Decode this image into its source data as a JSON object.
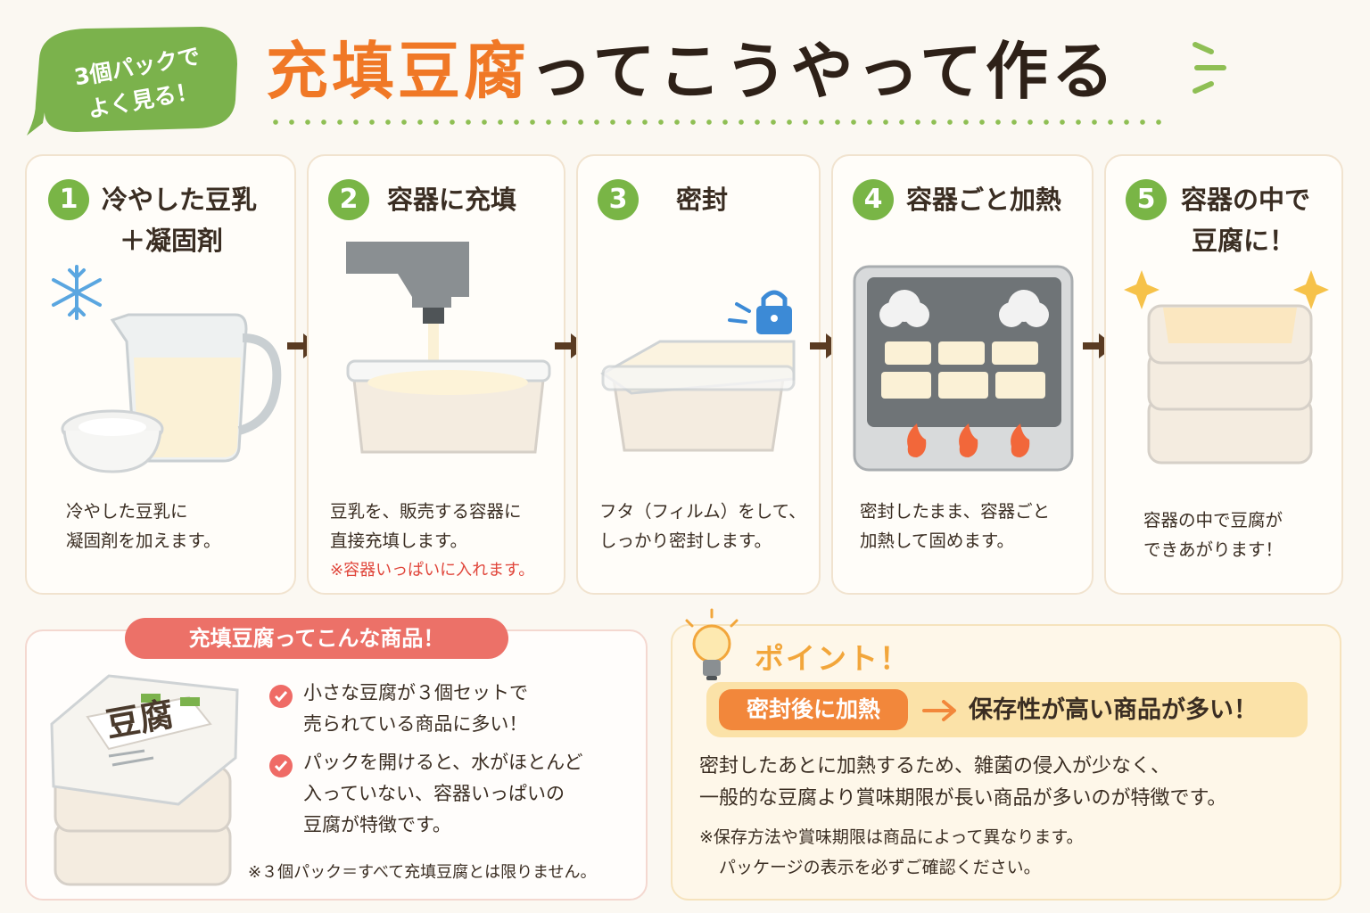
{
  "header": {
    "badge_line1": "3個パックで",
    "badge_line2": "よく見る！",
    "title_accent": "充填豆腐",
    "title_rest": "ってこうやって作る"
  },
  "steps": [
    {
      "number": "1",
      "title_line1": "冷やした豆乳",
      "title_line2": "＋凝固剤",
      "desc_line1": "冷やした豆乳に",
      "desc_line2": "凝固剤を加えます。"
    },
    {
      "number": "2",
      "title_line1": "容器に充填",
      "desc_line1": "豆乳を、販売する容器に",
      "desc_line2": "直接充填します。",
      "note": "※容器いっぱいに入れます。"
    },
    {
      "number": "3",
      "title_line1": "密封",
      "desc_line1": "フタ（フィルム）をして、",
      "desc_line2": "しっかり密封します。"
    },
    {
      "number": "4",
      "title_line1": "容器ごと加熱",
      "desc_line1": "密封したまま、容器ごと",
      "desc_line2": "加熱して固めます。"
    },
    {
      "number": "5",
      "title_line1": "容器の中で",
      "title_line2": "豆腐に！",
      "desc_line1": "容器の中で豆腐が",
      "desc_line2": "できあがります！"
    }
  ],
  "product_box": {
    "heading": "充填豆腐ってこんな商品！",
    "package_label": "豆腐",
    "bullet1_line1": "小さな豆腐が３個セットで",
    "bullet1_line2": "売られている商品に多い！",
    "bullet2_line1": "パックを開けると、水がほとんど",
    "bullet2_line2": "入っていない、容器いっぱいの",
    "bullet2_line3": "豆腐が特徴です。",
    "footnote": "※３個パック＝すべて充填豆腐とは限りません。"
  },
  "point_box": {
    "heading": "ポイント！",
    "pill": "密封後に加熱",
    "result": "保存性が高い商品が多い！",
    "body_line1": "密封したあとに加熱するため、雑菌の侵入が少なく、",
    "body_line2": "一般的な豆腐より賞味期限が長い商品が多いのが特徴です。",
    "note_line1": "※保存方法や賞味期限は商品によって異なります。",
    "note_line2": "パッケージの表示を必ずご確認ください。"
  },
  "colors": {
    "accent_orange": "#f07826",
    "step_green": "#79b546",
    "note_red": "#e0453a",
    "pill_red": "#ec7168",
    "point_orange": "#f2873b"
  }
}
